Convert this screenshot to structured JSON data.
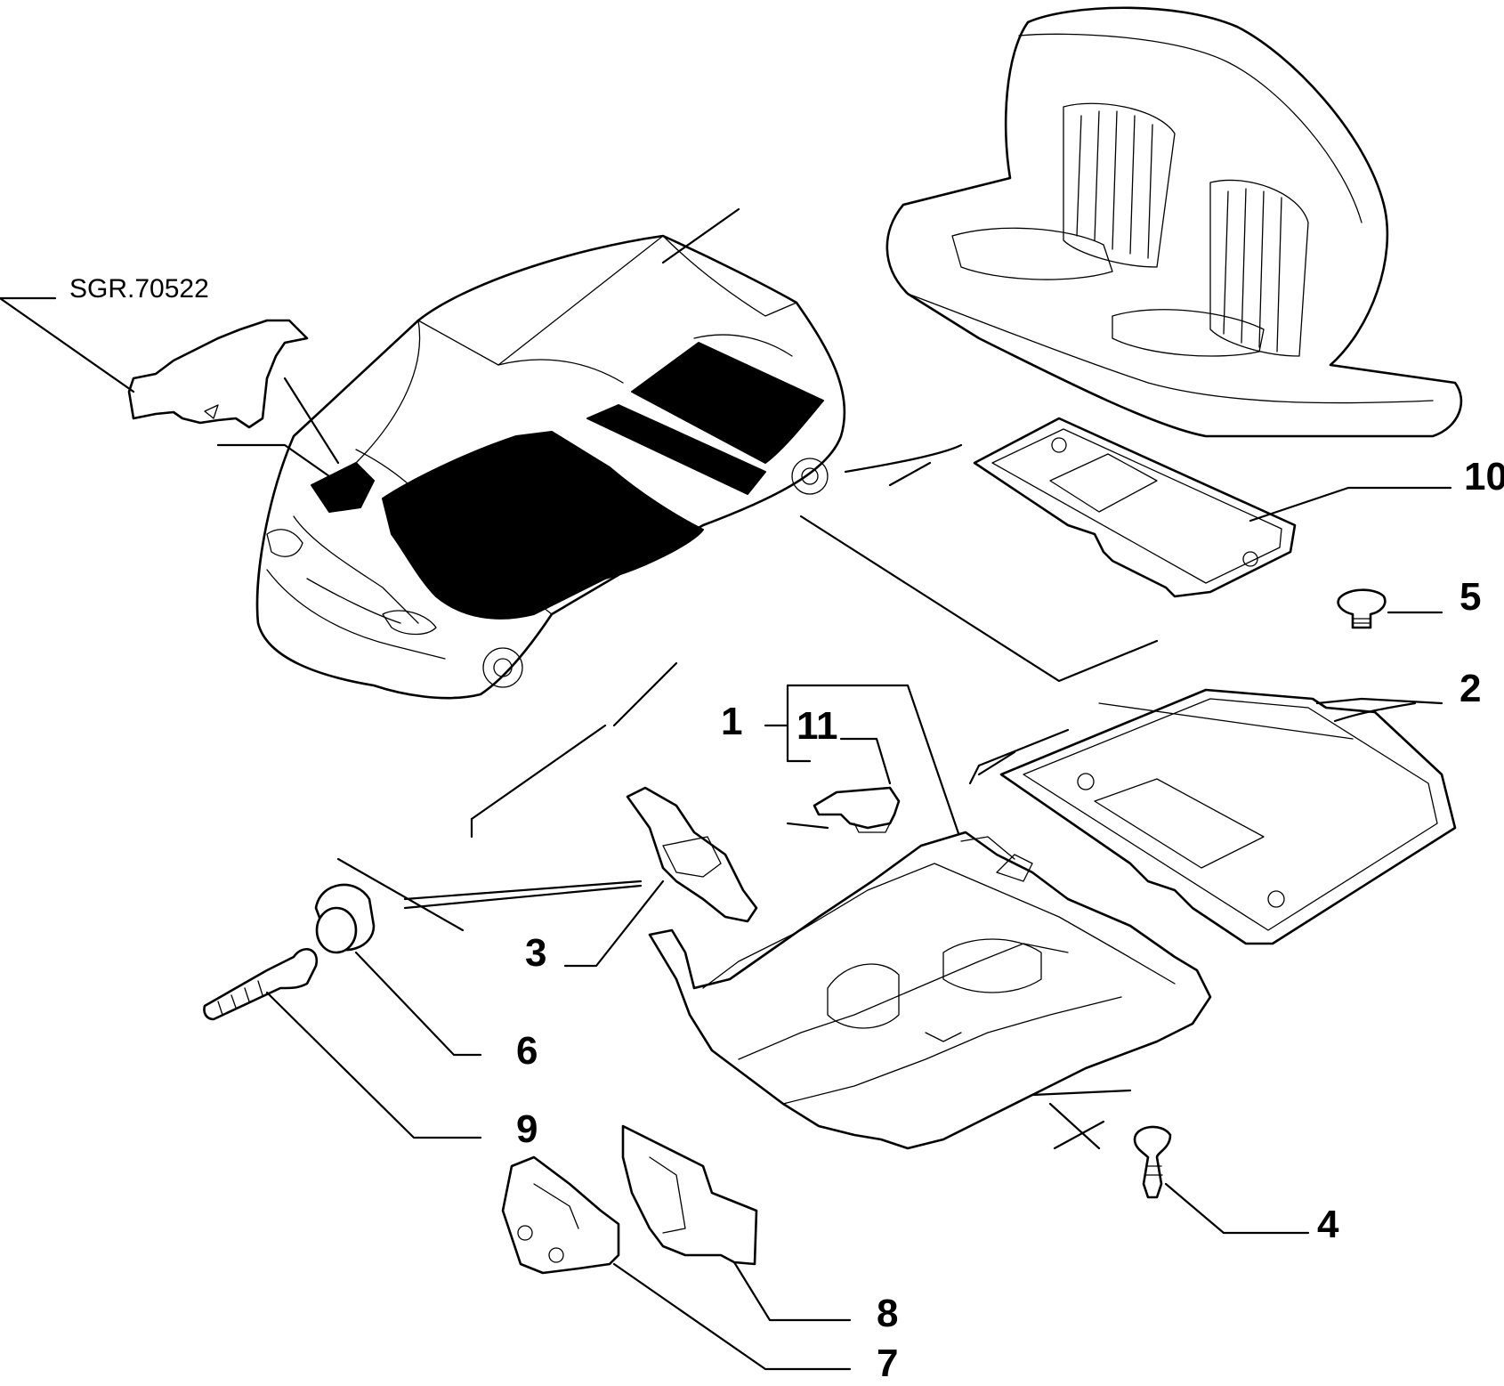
{
  "diagram": {
    "reference_label": "SGR.70522",
    "callouts": {
      "c1": "1",
      "c2": "2",
      "c3": "3",
      "c4": "4",
      "c5": "5",
      "c6": "6",
      "c7": "7",
      "c8": "8",
      "c9": "9",
      "c10": "10",
      "c11": "11"
    }
  }
}
